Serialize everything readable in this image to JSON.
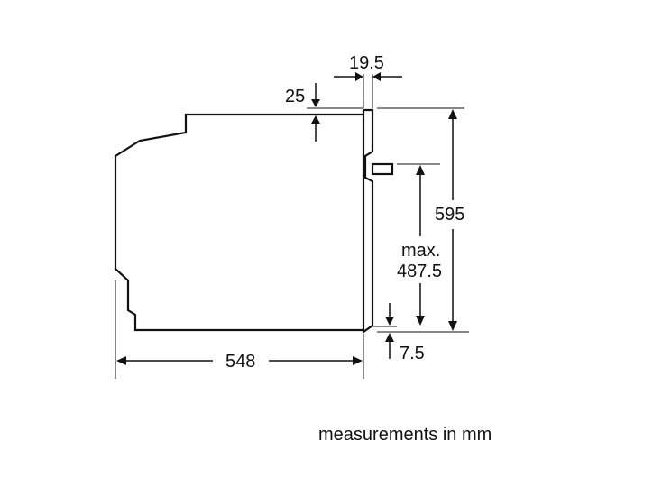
{
  "dimensions": {
    "top_gap": "19.5",
    "top_panel": "25",
    "height": "595",
    "cutout_label_line1": "max.",
    "cutout_label_line2": "487.5",
    "bottom_offset": "7.5",
    "depth": "548"
  },
  "caption": "measurements in mm"
}
